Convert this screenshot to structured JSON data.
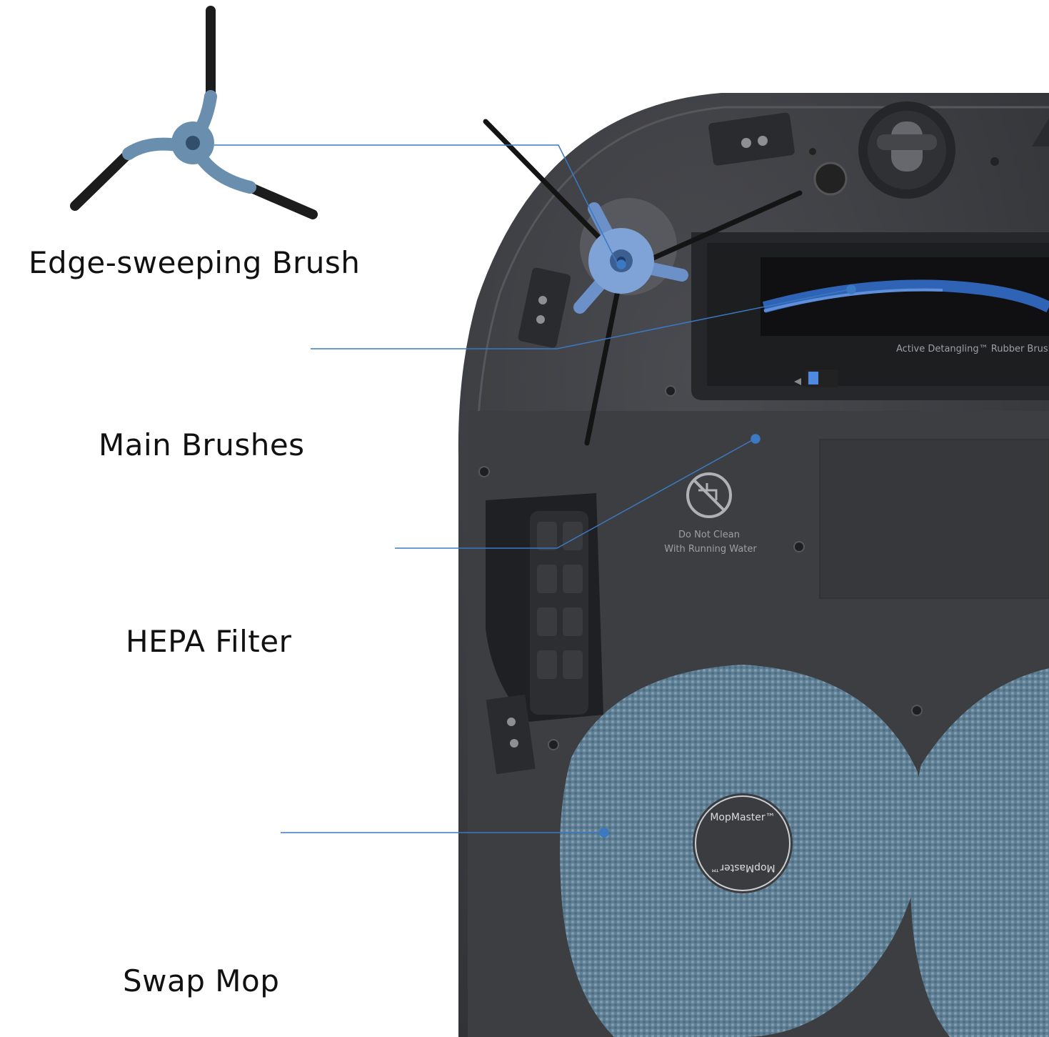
{
  "parts": [
    {
      "id": "side-brush",
      "label": "Edge-sweeping Brush"
    },
    {
      "id": "main-brush",
      "label": "Main Brushes"
    },
    {
      "id": "hepa-filter",
      "label": "HEPA Filter"
    },
    {
      "id": "swap-mop",
      "label": "Swap Mop"
    }
  ],
  "robot": {
    "warning_line1": "Do Not Clean",
    "warning_line2": "With Running Water",
    "roller_print": "Active Detangling™ Rubber Brush",
    "mop_brand": "MopMaster™"
  },
  "colors": {
    "robot_body": "#3a3b3f",
    "robot_panel": "#44454a",
    "accent_blue": "#5b86b8",
    "callout_line": "#3b79c2",
    "mop_blue": "#5f7f95"
  },
  "icons": [
    "no-water-icon"
  ]
}
